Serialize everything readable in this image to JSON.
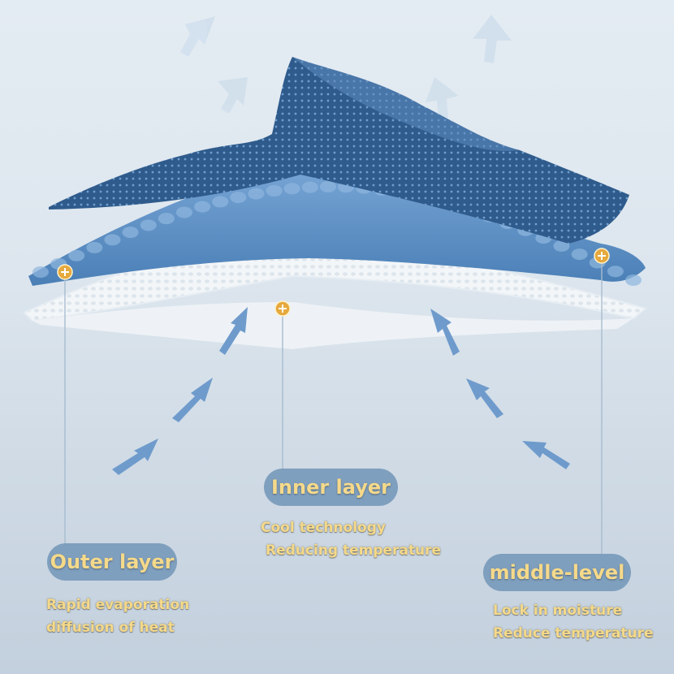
{
  "labels": {
    "inner": {
      "title": "Inner layer",
      "line1": "Cool technology",
      "line2": "Reducing temperature"
    },
    "outer": {
      "title": "Outer layer",
      "line1": "Rapid evaporation",
      "line2": "diffusion of heat"
    },
    "middle": {
      "title": "middle-level",
      "line1": "Lock in moisture",
      "line2": "Reduce temperature"
    }
  },
  "colors": {
    "label_text": "#f5d98a",
    "pill_background": "#7f9fbe",
    "top_fabric": "#2f5b8c",
    "middle_layer": "#5b8ec2",
    "bottom_layer": "#f3f6f8",
    "arrow": "#6f9bcc",
    "marker": "#e6a93d"
  }
}
